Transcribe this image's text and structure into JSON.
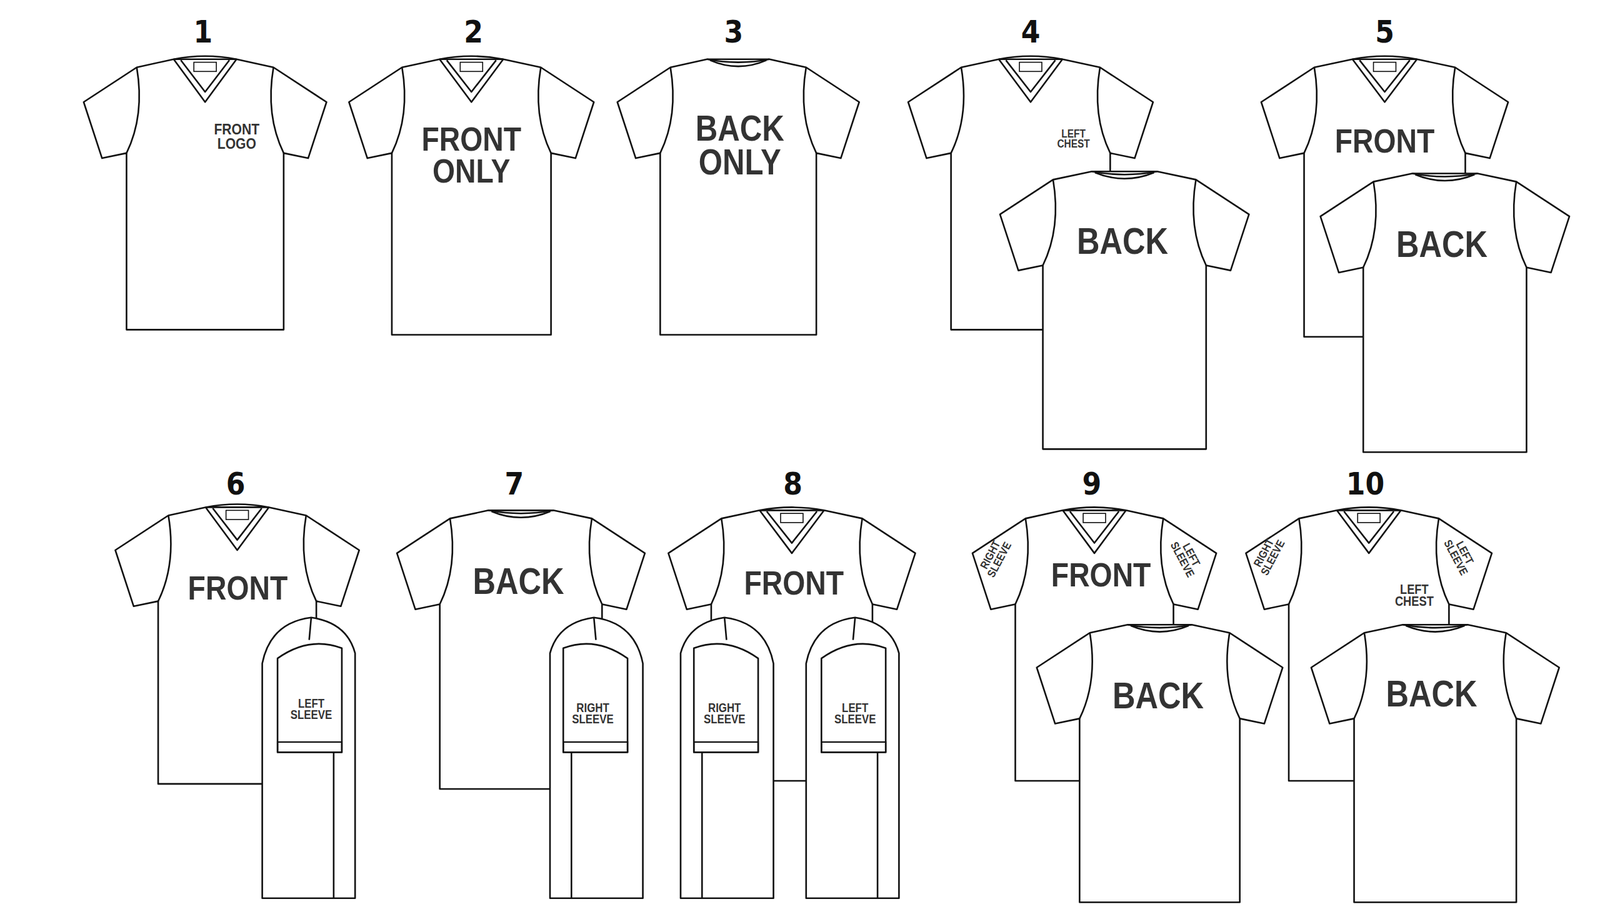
{
  "diagram": {
    "labels": [
      "1",
      "FRONT LOGO",
      "2",
      "FRONT ONLY",
      "3",
      "BACK ONLY",
      "4",
      "LEFT CHEST",
      "BACK",
      "5",
      "FRONT",
      "BACK",
      "6",
      "FRONT",
      "LEFT SLEEVE",
      "7",
      "BACK",
      "RIGHT SLEEVE",
      "8",
      "FRONT",
      "RIGHT SLEEVE",
      "LEFT SLEEVE",
      "9",
      "RIGHT SLEEVE",
      "FRONT",
      "LEFT SLEEVE",
      "BACK",
      "10",
      "RIGHT SLEEVE",
      "LEFT SLEEVE",
      "LEFT CHEST",
      "BACK"
    ]
  }
}
